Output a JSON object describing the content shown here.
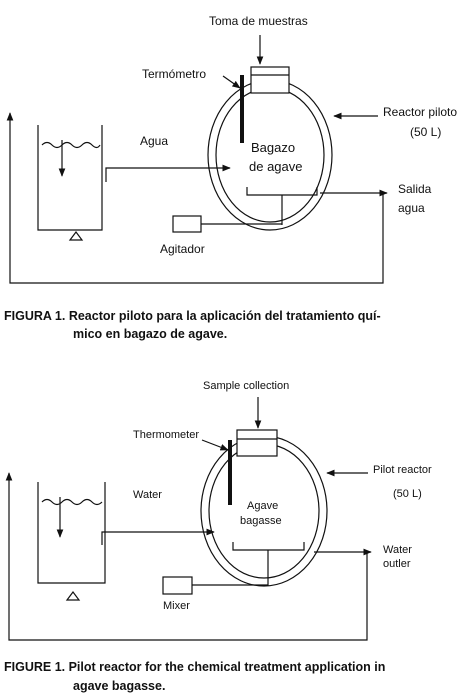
{
  "diagram_es": {
    "labels": {
      "sample": "Toma de muestras",
      "thermometer": "Termómetro",
      "reactor": "Reactor piloto",
      "volume": "(50 L)",
      "water": "Agua",
      "substrate_1": "Bagazo",
      "substrate_2": "de agave",
      "outlet_1": "Salida",
      "outlet_2": "agua",
      "mixer": "Agitador"
    },
    "caption_1": "FIGURA 1.  Reactor piloto para la aplicación del tratamiento quí-",
    "caption_2": "mico en bagazo de agave."
  },
  "diagram_en": {
    "labels": {
      "sample": "Sample collection",
      "thermometer": "Thermometer",
      "reactor": "Pilot reactor",
      "volume": "(50 L)",
      "water": "Water",
      "substrate_1": "Agave",
      "substrate_2": "bagasse",
      "outlet_1": "Water",
      "outlet_2": "outler",
      "mixer": "Mixer"
    },
    "caption_1": "FIGURE 1. Pilot reactor for the chemical treatment application in",
    "caption_2": "agave bagasse."
  }
}
